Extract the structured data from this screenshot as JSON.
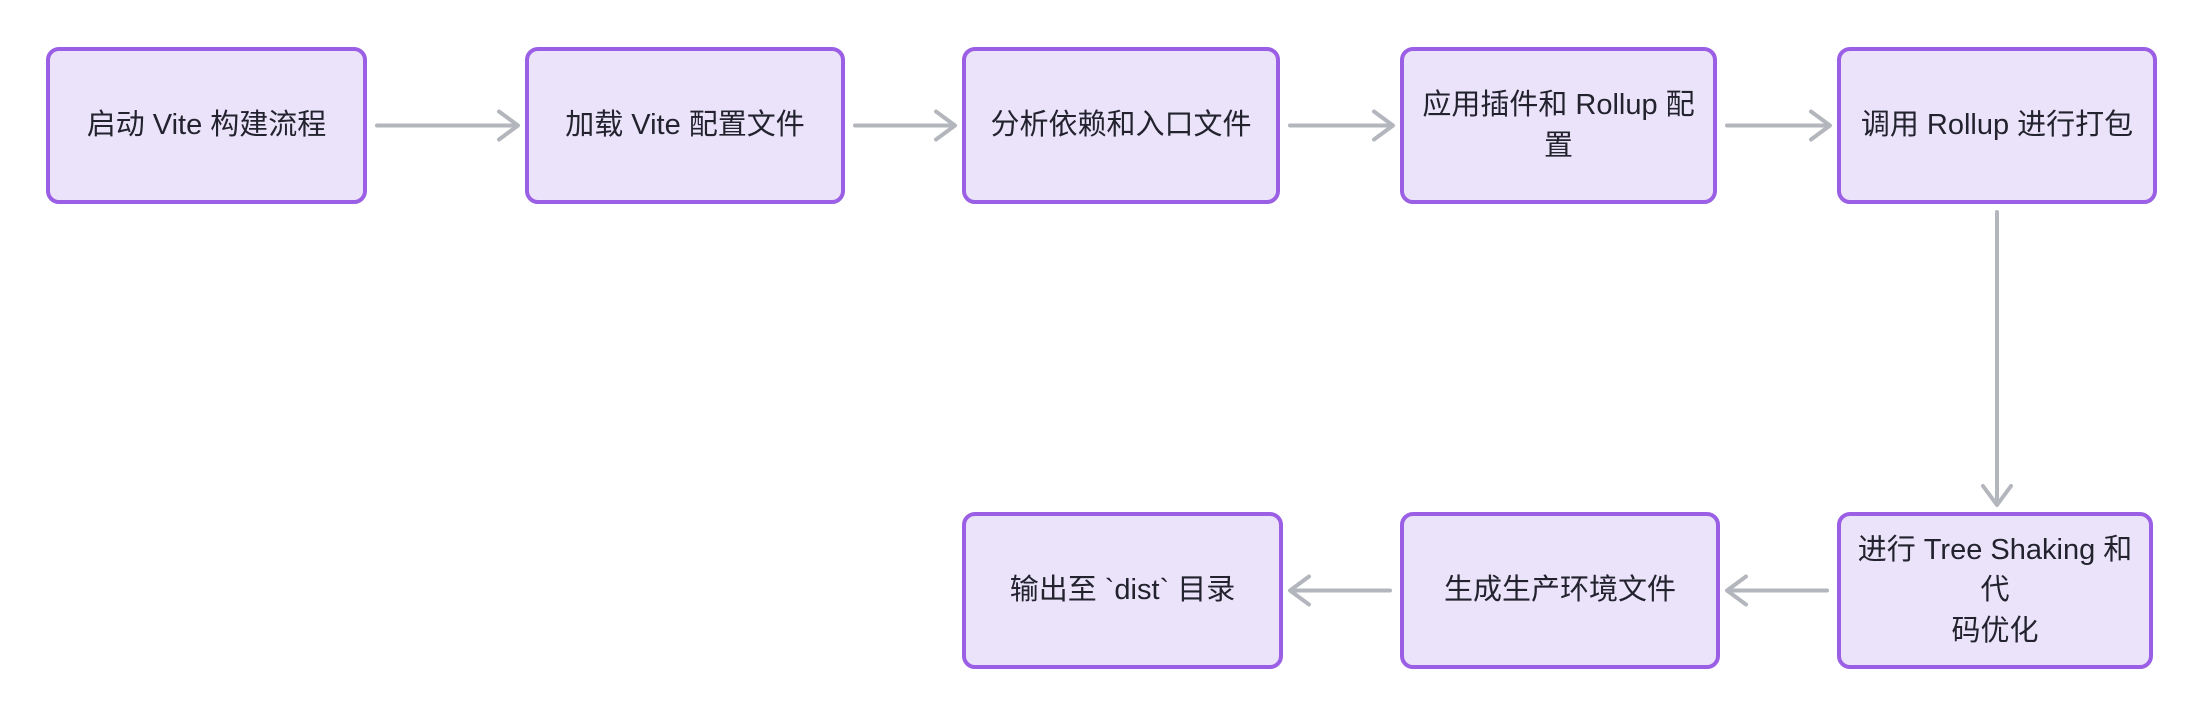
{
  "diagram": {
    "title": "Vite build process flowchart",
    "type": "flowchart",
    "colors": {
      "background": "#FFFFFF",
      "node_fill": "#EBE3F9",
      "node_border": "#9A5FE4",
      "arrow": "#B3B6BC",
      "text": "#22232E"
    },
    "nodes": [
      {
        "id": "start",
        "label": "启动 Vite 构建流程"
      },
      {
        "id": "load-config",
        "label": "加载 Vite 配置文件"
      },
      {
        "id": "analyze",
        "label": "分析依赖和入口文件"
      },
      {
        "id": "apply-plugins",
        "label": "应用插件和 Rollup 配置"
      },
      {
        "id": "rollup-bundle",
        "label": "调用 Rollup 进行打包"
      },
      {
        "id": "tree-shaking",
        "label": "进行 Tree Shaking 和代\n码优化"
      },
      {
        "id": "generate-files",
        "label": "生成生产环境文件"
      },
      {
        "id": "output-dist",
        "label": "输出至 `dist` 目录"
      }
    ],
    "edges": [
      {
        "from": "start",
        "to": "load-config"
      },
      {
        "from": "load-config",
        "to": "analyze"
      },
      {
        "from": "analyze",
        "to": "apply-plugins"
      },
      {
        "from": "apply-plugins",
        "to": "rollup-bundle"
      },
      {
        "from": "rollup-bundle",
        "to": "tree-shaking"
      },
      {
        "from": "tree-shaking",
        "to": "generate-files"
      },
      {
        "from": "generate-files",
        "to": "output-dist"
      }
    ]
  }
}
